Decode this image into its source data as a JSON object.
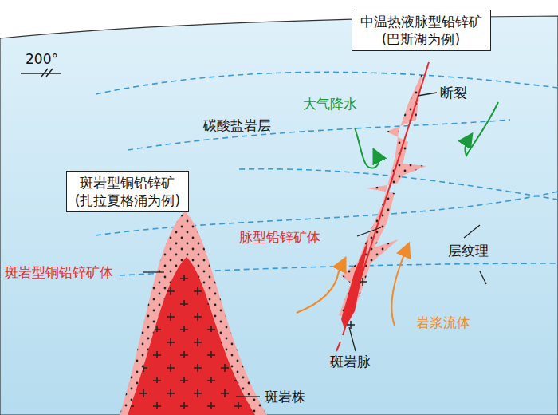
{
  "diagram": {
    "nodes": [
      {
        "text": [
          "中温热液脉型铅锌矿",
          "(巴斯湖为例)"
        ]
      },
      {
        "text": [
          "斑岩型铜铅锌矿",
          "(扎拉夏格涌为例)"
        ]
      }
    ],
    "labels": [
      "200°",
      "大气降水",
      "断裂",
      "碳酸盐岩层",
      "脉型铅锌矿体",
      "层纹理",
      "斑岩型铜铅锌矿体",
      "岩浆流体",
      "斑岩脉",
      "斑岩株"
    ]
  }
}
